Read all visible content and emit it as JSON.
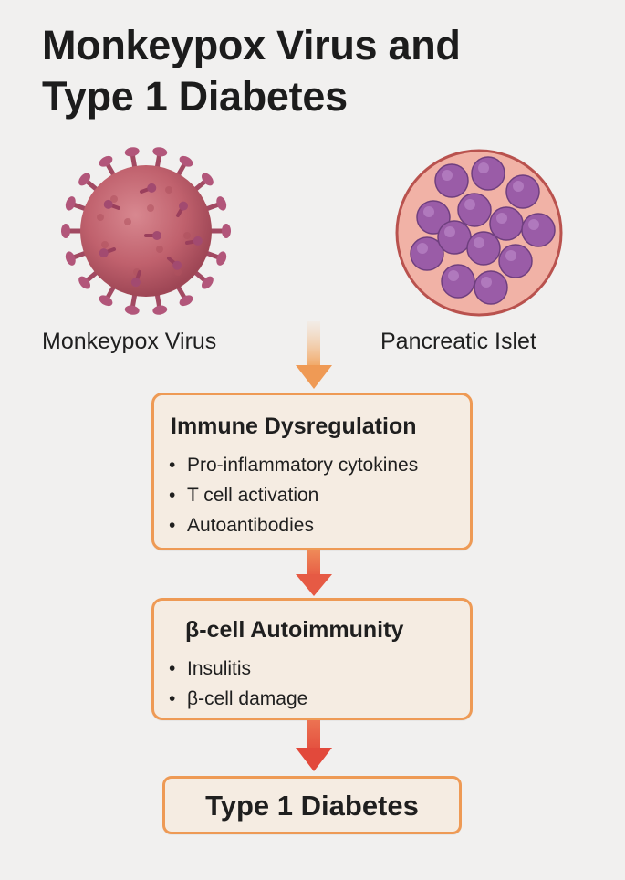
{
  "title": {
    "line1": "Monkeypox Virus and",
    "line2": "Type 1 Diabetes"
  },
  "illustrations": {
    "virus": {
      "caption": "Monkeypox Virus",
      "icon": "virus-icon",
      "color": "#c0616d"
    },
    "islet": {
      "caption": "Pancreatic Islet",
      "icon": "pancreatic-islet-icon",
      "color": "#9a5ca7"
    }
  },
  "flow": {
    "stage1": {
      "title": "Immune Dysregulation",
      "bullets": [
        "Pro-inflammatory cytokines",
        "T cell activation",
        "Autoantibodies"
      ]
    },
    "stage2": {
      "title": "β-cell Autoimmunity",
      "bullets": [
        "Insulitis",
        "β-cell damage"
      ]
    },
    "stage3": {
      "title": "Type 1 Diabetes"
    }
  },
  "colors": {
    "box_border": "#ee9a55",
    "box_fill": "#f5ece2",
    "arrow_top": "#f0a25c",
    "arrow_mid": "#e75c45",
    "background": "#f1f0ef"
  }
}
